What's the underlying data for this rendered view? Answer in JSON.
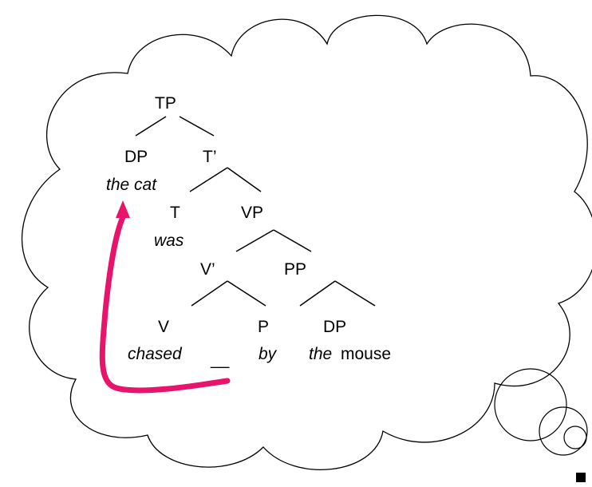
{
  "colors": {
    "arrow": "#e8136a",
    "ink": "#000000",
    "background": "#ffffff"
  },
  "tree": {
    "tp": "TP",
    "dp_subject": "DP",
    "dp_subject_words": "the cat",
    "t_bar": "T’",
    "t": "T",
    "t_word": "was",
    "vp": "VP",
    "v_bar": "V’",
    "pp": "PP",
    "v": "V",
    "v_word": "chased",
    "gap": "__",
    "p": "P",
    "p_word": "by",
    "dp_object": "DP",
    "dp_object_det": "the",
    "dp_object_noun": "mouse"
  }
}
